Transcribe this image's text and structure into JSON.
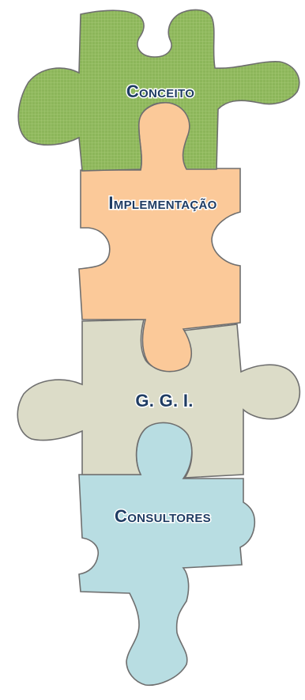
{
  "pieces": [
    {
      "id": "conceito",
      "label": "Conceito",
      "fill": "#8cb65a",
      "stroke": "#6f6f6f",
      "text_color": "#1f3c63"
    },
    {
      "id": "implementacao",
      "label": "Implementação",
      "fill": "#fbc999",
      "stroke": "#6f6f6f",
      "text_color": "#1f3c63"
    },
    {
      "id": "ggi",
      "label": "G. G. I.",
      "fill": "#dcdcc8",
      "stroke": "#6f6f6f",
      "text_color": "#1f3c63"
    },
    {
      "id": "consultores",
      "label": "Consultores",
      "fill": "#b8dde2",
      "stroke": "#6f6f6f",
      "text_color": "#1f3c63"
    }
  ]
}
